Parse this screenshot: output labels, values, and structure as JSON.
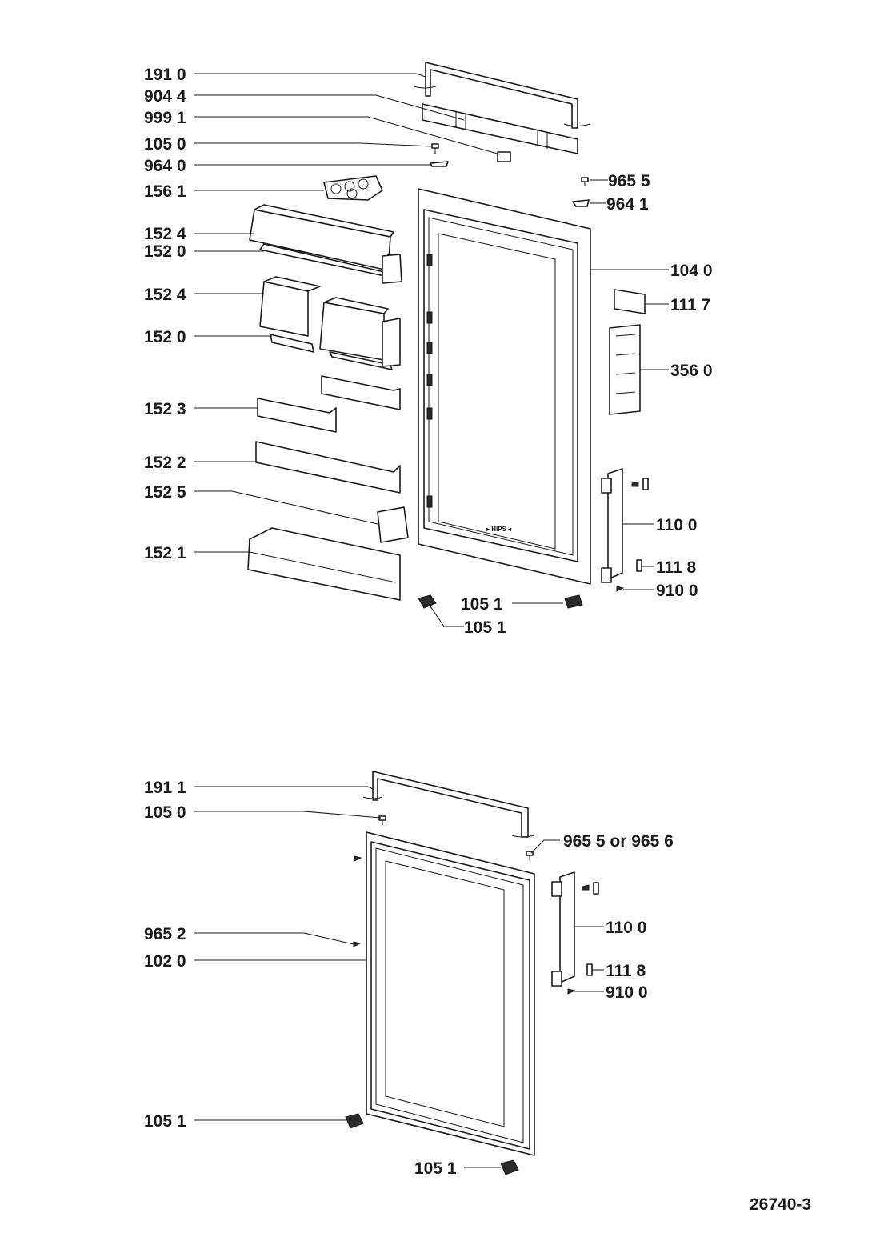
{
  "labels": {
    "l191_0": "191 0",
    "l904_4": "904 4",
    "l999_1": "999 1",
    "l105_0_top": "105 0",
    "l964_0": "964 0",
    "l156_1": "156 1",
    "l152_4_a": "152 4",
    "l152_0_a": "152 0",
    "l152_4_b": "152 4",
    "l152_0_b": "152 0",
    "l152_3": "152 3",
    "l152_2": "152 2",
    "l152_5": "152 5",
    "l152_1": "152 1",
    "l965_5": "965 5",
    "l964_1": "964 1",
    "l104_0": "104 0",
    "l111_7": "111 7",
    "l356_0": "356 0",
    "l110_0_top": "110 0",
    "l111_8_top": "111 8",
    "l910_0_top": "910 0",
    "l105_1_a": "105 1",
    "l105_1_b": "105 1",
    "l191_1": "191 1",
    "l105_0_bot": "105 0",
    "l965_5_or_6": "965 5 or 965 6",
    "l965_2": "965 2",
    "l102_0": "102 0",
    "l110_0_bot": "110 0",
    "l111_8_bot": "111 8",
    "l910_0_bot": "910 0",
    "l105_1_c": "105 1",
    "l105_1_d": "105 1"
  },
  "reference": "26740-3",
  "door_marking": "▸ HIPS ◂"
}
